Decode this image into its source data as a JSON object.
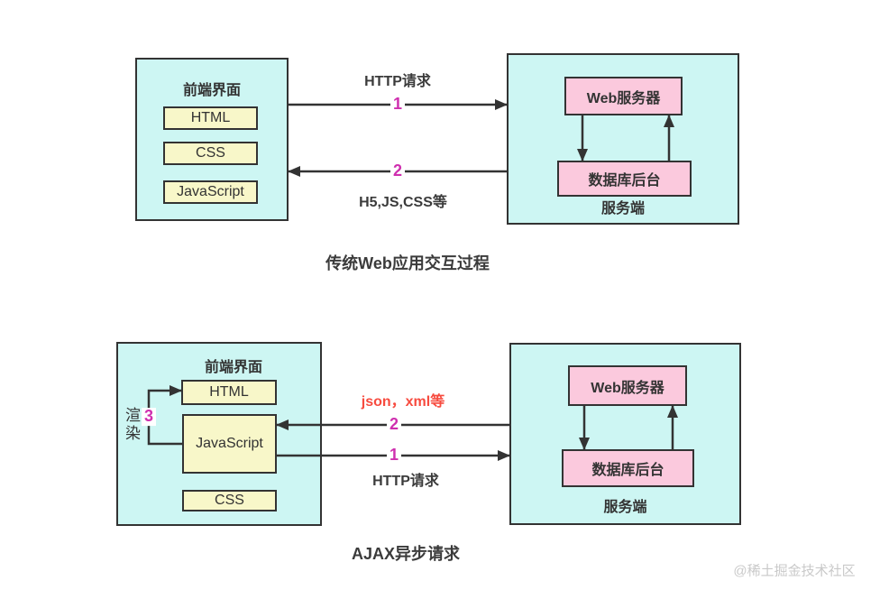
{
  "colors": {
    "container_fill": "#cdf6f3",
    "client_item_fill": "#f8f7c9",
    "server_item_fill": "#fbc9dd",
    "border": "#333333",
    "arrow": "#333333",
    "step_number": "#cf2faf",
    "response_label_red": "#f74b3f",
    "text": "#333333",
    "watermark": "#c9c9c9"
  },
  "diagram1": {
    "caption": "传统Web应用交互过程",
    "client": {
      "title": "前端界面",
      "items": [
        "HTML",
        "CSS",
        "JavaScript"
      ]
    },
    "server": {
      "title": "服务端",
      "web": "Web服务器",
      "db": "数据库后台"
    },
    "arrow_request": {
      "label": "HTTP请求",
      "number": "1"
    },
    "arrow_response": {
      "label": "H5,JS,CSS等",
      "number": "2"
    }
  },
  "diagram2": {
    "caption": "AJAX异步请求",
    "client": {
      "title": "前端界面",
      "items": [
        "HTML",
        "JavaScript",
        "CSS"
      ]
    },
    "render": {
      "label": "渲染",
      "number": "3"
    },
    "server": {
      "title": "服务端",
      "web": "Web服务器",
      "db": "数据库后台"
    },
    "arrow_response": {
      "label": "json，xml等",
      "number": "2"
    },
    "arrow_request": {
      "label": "HTTP请求",
      "number": "1"
    }
  },
  "watermark": "@稀土掘金技术社区"
}
